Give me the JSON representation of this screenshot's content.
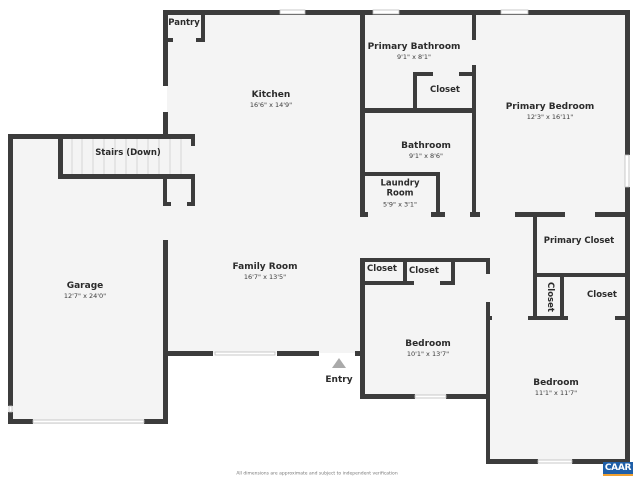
{
  "plan": {
    "rooms": [
      {
        "id": "pantry",
        "name": "Pantry",
        "dimensions": ""
      },
      {
        "id": "kitchen",
        "name": "Kitchen",
        "dimensions": "16'6\" x 14'9\""
      },
      {
        "id": "primary-bathroom",
        "name": "Primary Bathroom",
        "dimensions": "9'1\" x 8'1\""
      },
      {
        "id": "closet-pb",
        "name": "Closet",
        "dimensions": ""
      },
      {
        "id": "primary-bedroom",
        "name": "Primary Bedroom",
        "dimensions": "12'3\" x 16'11\""
      },
      {
        "id": "stairs",
        "name": "Stairs (Down)",
        "dimensions": ""
      },
      {
        "id": "bathroom",
        "name": "Bathroom",
        "dimensions": "9'1\" x 8'6\""
      },
      {
        "id": "laundry",
        "name": "Laundry Room",
        "name_line1": "Laundry",
        "name_line2": "Room",
        "dimensions": "5'9\" x 3'1\""
      },
      {
        "id": "primary-closet",
        "name": "Primary Closet",
        "dimensions": ""
      },
      {
        "id": "garage",
        "name": "Garage",
        "dimensions": "12'7\" x 24'0\""
      },
      {
        "id": "family-room",
        "name": "Family Room",
        "dimensions": "16'7\" x 13'5\""
      },
      {
        "id": "closet-1",
        "name": "Closet",
        "dimensions": ""
      },
      {
        "id": "closet-2",
        "name": "Closet",
        "dimensions": ""
      },
      {
        "id": "closet-vertical",
        "name": "Closet",
        "dimensions": ""
      },
      {
        "id": "closet-3",
        "name": "Closet",
        "dimensions": ""
      },
      {
        "id": "bedroom-1",
        "name": "Bedroom",
        "dimensions": "10'1\" x 13'7\""
      },
      {
        "id": "bedroom-2",
        "name": "Bedroom",
        "dimensions": "11'1\" x 11'7\""
      }
    ],
    "entry_label": "Entry",
    "disclaimer": "All dimensions are approximate and subject to independent verification",
    "logo_text": "CAAR",
    "colors": {
      "wall": "#3c3c3c",
      "floor": "#f4f4f4",
      "logo_bg": "#1f5fa8",
      "logo_accent": "#f0a030",
      "entry_arrow": "#aaaaaa"
    }
  }
}
